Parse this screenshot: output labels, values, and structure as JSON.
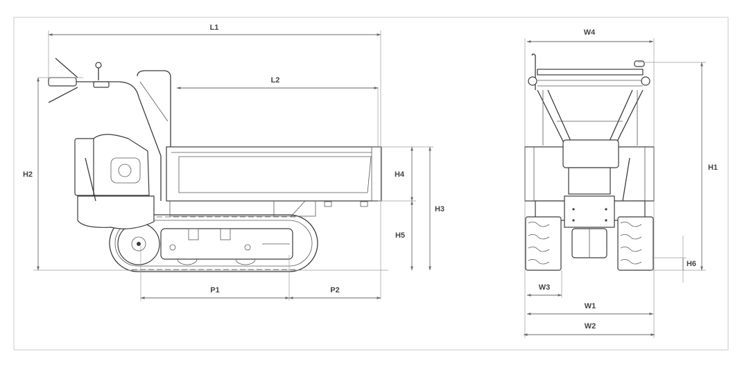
{
  "title": "Tracked mini dumper dimension drawing",
  "side_view": {
    "dimensions": {
      "L1": "L1",
      "L2": "L2",
      "H2": "H2",
      "H3": "H3",
      "H4": "H4",
      "H5": "H5",
      "P1": "P1",
      "P2": "P2"
    }
  },
  "front_view": {
    "dimensions": {
      "W4": "W4",
      "H1": "H1",
      "H6": "H6",
      "W3": "W3",
      "W1": "W1",
      "W2": "W2"
    }
  },
  "colors": {
    "line": "#3a3a3a",
    "dimension": "#6a6a6a",
    "frame": "#c8c8c8"
  }
}
